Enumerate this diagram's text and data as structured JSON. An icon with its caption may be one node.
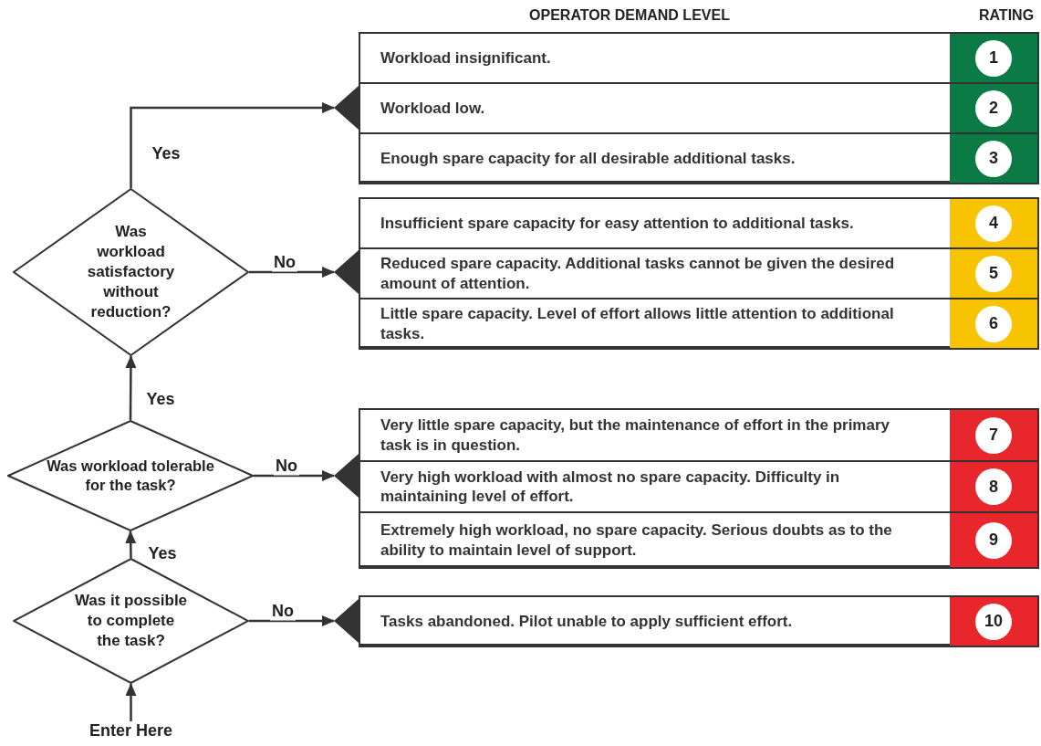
{
  "diagram": {
    "nodes": [
      {
        "text": [
          "Was workload satisfactory without reduction?"
        ]
      },
      {
        "text": [
          "Was workload tolerable for the task?"
        ]
      },
      {
        "text": [
          "Was it possible to complete the task?"
        ]
      },
      {
        "text": [
          "Enter Here"
        ]
      },
      {
        "text": [],
        "shape": "box"
      },
      {
        "text": [
          "Workload insignificant.",
          "1"
        ],
        "in": 4
      },
      {
        "text": [
          "Workload low.",
          "2"
        ],
        "in": 4
      },
      {
        "text": [
          "Enough spare capacity for all desirable additional tasks.",
          "3"
        ],
        "in": 4
      },
      {
        "text": [],
        "shape": "box"
      },
      {
        "text": [
          "Insufficient spare capacity for easy attention to additional tasks.",
          "4"
        ],
        "in": 8
      },
      {
        "text": [
          "Reduced spare capacity. Additional tasks cannot be given the desired amount of attention.",
          "5"
        ],
        "in": 8
      },
      {
        "text": [
          "Little spare capacity.  Level of effort allows little attention to additional tasks.",
          "6"
        ],
        "in": 8
      },
      {
        "text": [],
        "shape": "box"
      },
      {
        "text": [
          "Very little spare capacity, but the maintenance of effort in the primary task is in question.",
          "7"
        ],
        "in": 12
      },
      {
        "text": [
          "Very high workload with almost no spare capacity. Difficulty in maintaining level of effort.",
          "8"
        ],
        "in": 12
      },
      {
        "text": [
          "Extremely high workload, no spare capacity.  Serious doubts as to the ability to maintain level of support.",
          "9"
        ],
        "in": 12
      },
      {
        "text": [],
        "shape": "box"
      },
      {
        "text": [
          "Tasks abandoned. Pilot unable to apply sufficient effort.",
          "10"
        ],
        "in": 16
      }
    ],
    "edges": [
      {
        "from": 3,
        "to": 2,
        "arrow": "to"
      },
      {
        "from": 2,
        "to": 1,
        "arrow": "to",
        "label": "Yes"
      },
      {
        "from": 1,
        "to": 0,
        "arrow": "to",
        "label": "Yes"
      },
      {
        "from": 0,
        "to": 4,
        "arrow": "to",
        "label": "Yes"
      },
      {
        "from": 0,
        "to": 8,
        "arrow": "to",
        "label": "No"
      },
      {
        "from": 1,
        "to": 12,
        "arrow": "to",
        "label": "No"
      },
      {
        "from": 2,
        "to": 16,
        "arrow": "to",
        "label": "No"
      }
    ],
    "labels": [
      "OPERATOR DEMAND LEVEL",
      "RATING"
    ]
  }
}
